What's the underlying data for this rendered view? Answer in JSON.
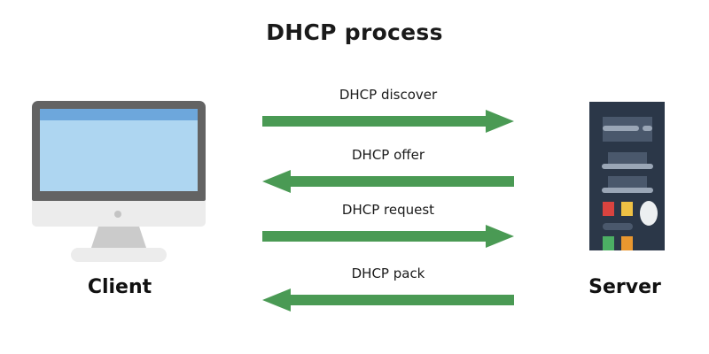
{
  "title": "DHCP process",
  "colors": {
    "arrow_green": "#4a9a54",
    "server_body": "#2b3748",
    "monitor_bezel": "#636363",
    "screen_blue": "#aed6f1",
    "screen_topbar_blue": "#6da7dc",
    "text": "#1a1a1a"
  },
  "endpoints": {
    "client": {
      "label": "Client",
      "icon": "desktop-monitor-icon"
    },
    "server": {
      "label": "Server",
      "icon": "server-tower-icon"
    }
  },
  "messages": [
    {
      "label": "DHCP discover",
      "direction": "right"
    },
    {
      "label": "DHCP offer",
      "direction": "left"
    },
    {
      "label": "DHCP request",
      "direction": "right"
    },
    {
      "label": "DHCP pack",
      "direction": "left"
    }
  ]
}
